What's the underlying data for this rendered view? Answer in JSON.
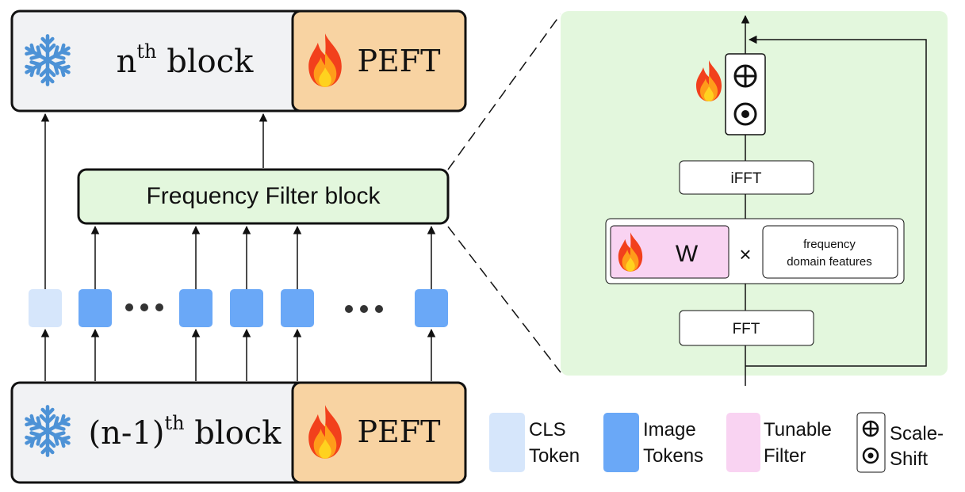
{
  "blocks": {
    "top": {
      "prefix": "n",
      "sup": "th",
      "suffix": " block",
      "peft": "PEFT"
    },
    "bottom": {
      "prefix": "(n-1)",
      "sup": "th",
      "suffix": " block",
      "peft": "PEFT"
    }
  },
  "filter_block": {
    "label": "Frequency Filter block"
  },
  "detail": {
    "ifft": "iFFT",
    "fft": "FFT",
    "w": "W",
    "times": "×",
    "freq_line1": "frequency",
    "freq_line2": "domain features"
  },
  "legend": {
    "cls_line1": "CLS",
    "cls_line2": "Token",
    "img_line1": "Image",
    "img_line2": "Tokens",
    "tunable_line1": "Tunable",
    "tunable_line2": "Filter",
    "scale_line1": "Scale-",
    "scale_line2": "Shift"
  },
  "icons": {
    "frozen": "snowflake-icon",
    "trainable": "flame-icon",
    "add": "circle-plus-icon",
    "multiply": "circle-dot-icon"
  },
  "colors": {
    "frozen_block": "#f1f2f4",
    "peft": "#f8d3a2",
    "filter_block": "#e3f7dd",
    "detail_panel": "#e3f7dd",
    "cls_token": "#d6e6fb",
    "image_token": "#6aa8f7",
    "tunable": "#f9d3f2",
    "snowflake": "#4d92d6"
  }
}
